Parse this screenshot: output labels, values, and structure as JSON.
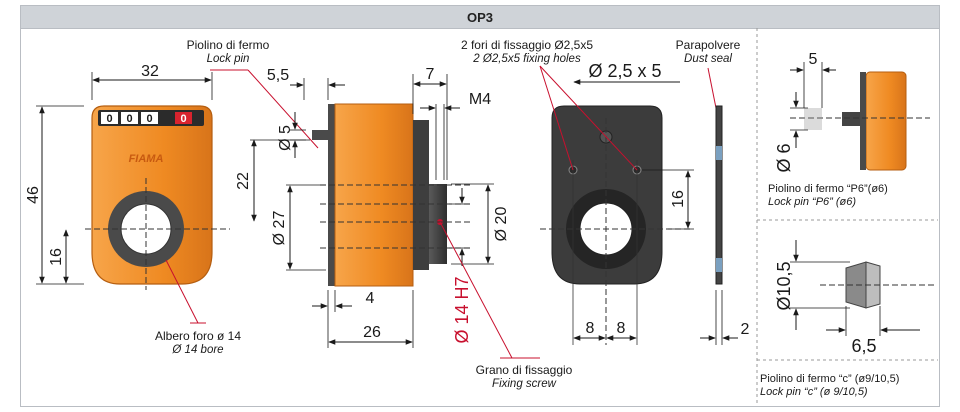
{
  "title": "OP3",
  "labels": {
    "lock_pin_it": "Piolino di fermo",
    "lock_pin_en": "Lock pin",
    "holes_it": "2 fori di fissaggio Ø2,5x5",
    "holes_en": "2 Ø2,5x5 fixing holes",
    "dust_it": "Parapolvere",
    "dust_en": "Dust seal",
    "bore_it": "Albero foro ø 14",
    "bore_en": "Ø 14 bore",
    "screw_it": "Grano di fissaggio",
    "screw_en": "Fixing screw",
    "p6_it": "Piolino di fermo “P6”(ø6)",
    "p6_en": "Lock pin “P6” (ø6)",
    "c_it": "Piolino di fermo “c” (ø9/10,5)",
    "c_en": "Lock pin “c” (ø 9/10,5)"
  },
  "display": {
    "digits": [
      "0",
      "0",
      "0"
    ],
    "last_digit": "0",
    "brand": "FIAMA"
  },
  "dimensions": {
    "front_width": "32",
    "front_height": "46",
    "front_bore_center": "16",
    "pin_offset": "5,5",
    "pin_dia": "Ø 5",
    "side_22": "22",
    "side_27": "Ø 27",
    "side_4": "4",
    "side_26": "26",
    "hub_7": "7",
    "m4": "M4",
    "hub_20": "Ø 20",
    "bore_h7": "Ø 14 H7",
    "hole_spec": "Ø 2,5 x 5",
    "rear_16": "16",
    "rear_8a": "8",
    "rear_8b": "8",
    "seal_2": "2",
    "p6_5": "5",
    "p6_dia": "Ø 6",
    "c_dia": "Ø10,5",
    "c_len": "6,5"
  },
  "colors": {
    "body": "#f08a24",
    "dark": "#3a3a3a",
    "dim_line": "#1a1a1a",
    "leader": "#c8102e",
    "title_bg": "#cfd3d8"
  }
}
